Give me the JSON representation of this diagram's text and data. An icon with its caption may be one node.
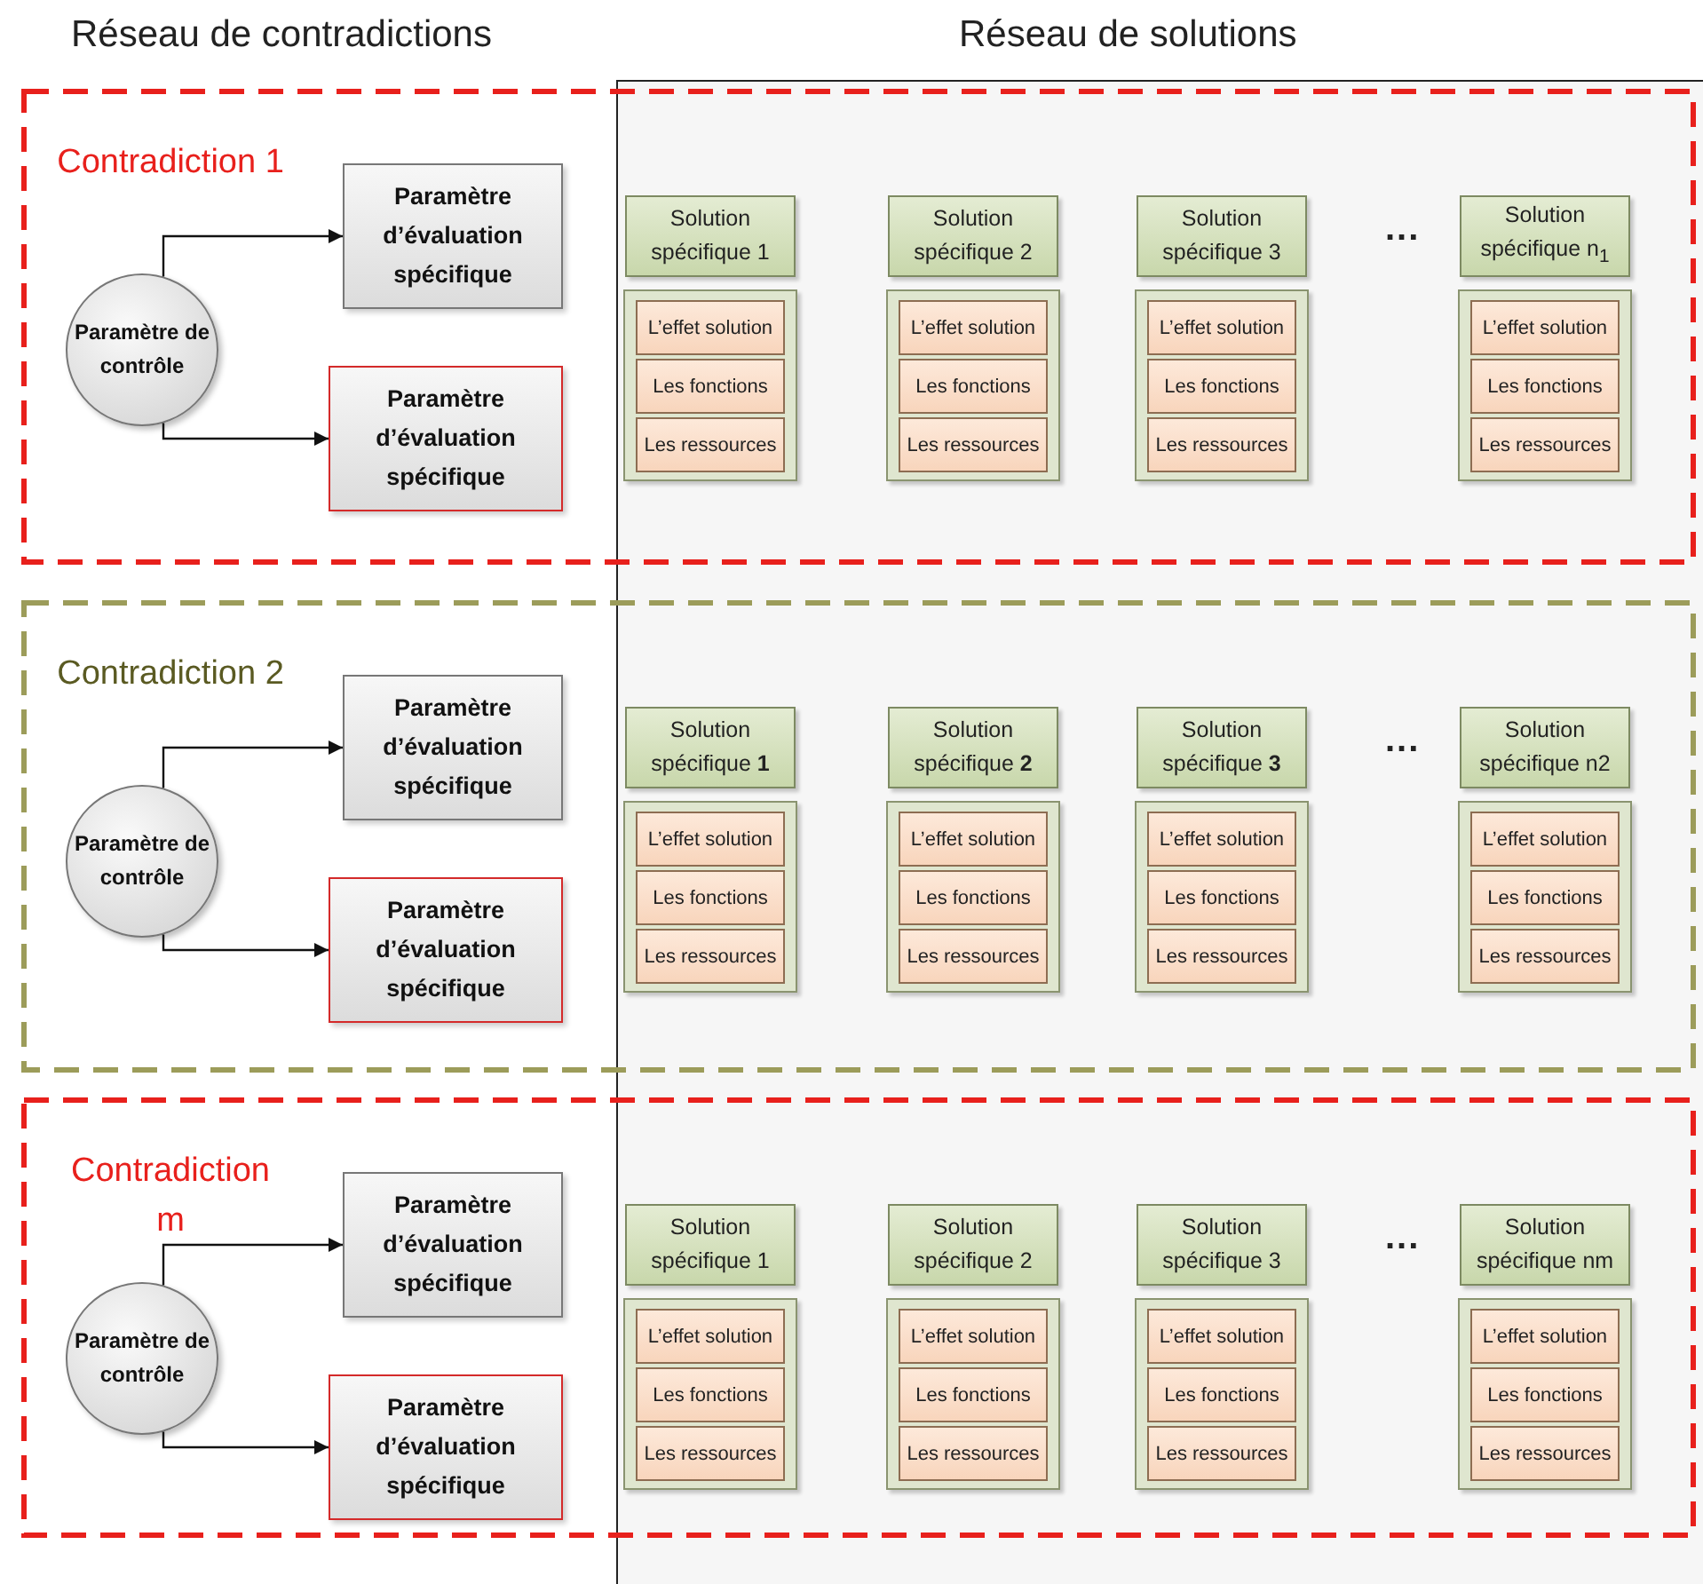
{
  "diagram": {
    "nodes": [
      {
        "text": [
          "Contradiction 1"
        ]
      },
      {
        "text": [
          "Paramètre de contrôle"
        ],
        "in": 0
      },
      {
        "text": [
          "Paramètre d’évaluation spécifique"
        ],
        "in": 0
      },
      {
        "text": [
          "Paramètre d’évaluation spécifique"
        ],
        "in": 0
      },
      {
        "text": [
          "Solution spécifique 1"
        ],
        "in": 0
      },
      {
        "text": [],
        "shape": "box",
        "in": 0
      },
      {
        "text": [
          "L’effet solution"
        ],
        "in": 5
      },
      {
        "text": [
          "Les fonctions"
        ],
        "in": 5
      },
      {
        "text": [
          "Les ressources"
        ],
        "in": 5
      },
      {
        "text": [
          "Solution spécifique 2"
        ],
        "in": 0
      },
      {
        "text": [],
        "shape": "box",
        "in": 0
      },
      {
        "text": [
          "L’effet solution"
        ],
        "in": 10
      },
      {
        "text": [
          "Les fonctions"
        ],
        "in": 10
      },
      {
        "text": [
          "Les ressources"
        ],
        "in": 10
      },
      {
        "text": [
          "Solution spécifique 3"
        ],
        "in": 0
      },
      {
        "text": [],
        "shape": "box",
        "in": 0
      },
      {
        "text": [
          "L’effet solution"
        ],
        "in": 15
      },
      {
        "text": [
          "Les fonctions"
        ],
        "in": 15
      },
      {
        "text": [
          "Les ressources"
        ],
        "in": 15
      },
      {
        "text": [
          "Solution spécifique n$_{1}$"
        ],
        "in": 0
      },
      {
        "text": [],
        "shape": "box",
        "in": 0
      },
      {
        "text": [
          "L’effet solution"
        ],
        "in": 20
      },
      {
        "text": [
          "Les fonctions"
        ],
        "in": 20
      },
      {
        "text": [
          "Les ressources"
        ],
        "in": 20
      },
      {
        "text": [
          "Contradiction 2"
        ]
      },
      {
        "text": [
          "Paramètre de contrôle"
        ],
        "in": 24
      },
      {
        "text": [
          "Paramètre d’évaluation spécifique"
        ],
        "in": 24
      },
      {
        "text": [
          "Paramètre d’évaluation spécifique"
        ],
        "in": 24
      },
      {
        "text": [
          "Solution spécifique **1**"
        ],
        "in": 24
      },
      {
        "text": [],
        "shape": "box",
        "in": 24
      },
      {
        "text": [
          "L’effet solution"
        ],
        "in": 29
      },
      {
        "text": [
          "Les fonctions"
        ],
        "in": 29
      },
      {
        "text": [
          "Les ressources"
        ],
        "in": 29
      },
      {
        "text": [
          "Solution spécifique **2**"
        ],
        "in": 24
      },
      {
        "text": [],
        "shape": "box",
        "in": 24
      },
      {
        "text": [
          "L’effet solution"
        ],
        "in": 34
      },
      {
        "text": [
          "Les fonctions"
        ],
        "in": 34
      },
      {
        "text": [
          "Les ressources"
        ],
        "in": 34
      },
      {
        "text": [
          "Solution spécifique **3**"
        ],
        "in": 24
      },
      {
        "text": [],
        "shape": "box",
        "in": 24
      },
      {
        "text": [
          "L’effet solution"
        ],
        "in": 39
      },
      {
        "text": [
          "Les fonctions"
        ],
        "in": 39
      },
      {
        "text": [
          "Les ressources"
        ],
        "in": 39
      },
      {
        "text": [
          "Solution spécifique n2"
        ],
        "in": 24
      },
      {
        "text": [],
        "shape": "box",
        "in": 24
      },
      {
        "text": [
          "L’effet solution"
        ],
        "in": 44
      },
      {
        "text": [
          "Les fonctions"
        ],
        "in": 44
      },
      {
        "text": [
          "Les ressources"
        ],
        "in": 44
      },
      {
        "text": [
          "Contradiction m"
        ]
      },
      {
        "text": [
          "Paramètre de contrôle"
        ],
        "in": 48
      },
      {
        "text": [
          "Paramètre d’évaluation spécifique"
        ],
        "in": 48
      },
      {
        "text": [
          "Paramètre d’évaluation spécifique"
        ],
        "in": 48
      },
      {
        "text": [
          "Solution spécifique 1"
        ],
        "in": 48
      },
      {
        "text": [],
        "shape": "box",
        "in": 48
      },
      {
        "text": [
          "L’effet solution"
        ],
        "in": 53
      },
      {
        "text": [
          "Les fonctions"
        ],
        "in": 53
      },
      {
        "text": [
          "Les ressources"
        ],
        "in": 53
      },
      {
        "text": [
          "Solution spécifique 2"
        ],
        "in": 48
      },
      {
        "text": [],
        "shape": "box",
        "in": 48
      },
      {
        "text": [
          "L’effet solution"
        ],
        "in": 58
      },
      {
        "text": [
          "Les fonctions"
        ],
        "in": 58
      },
      {
        "text": [
          "Les ressources"
        ],
        "in": 58
      },
      {
        "text": [
          "Solution spécifique 3"
        ],
        "in": 48
      },
      {
        "text": [],
        "shape": "box",
        "in": 48
      },
      {
        "text": [
          "L’effet solution"
        ],
        "in": 63
      },
      {
        "text": [
          "Les fonctions"
        ],
        "in": 63
      },
      {
        "text": [
          "Les ressources"
        ],
        "in": 63
      },
      {
        "text": [
          "Solution spécifique nm"
        ],
        "in": 48
      },
      {
        "text": [],
        "shape": "box",
        "in": 48
      },
      {
        "text": [
          "L’effet solution"
        ],
        "in": 68
      },
      {
        "text": [
          "Les fonctions"
        ],
        "in": 68
      },
      {
        "text": [
          "Les ressources"
        ],
        "in": 68
      }
    ],
    "edges": [
      {
        "from": 1,
        "to": 2,
        "arrow": "to"
      },
      {
        "from": 1,
        "to": 3,
        "arrow": "to"
      },
      {
        "from": 25,
        "to": 26,
        "arrow": "to"
      },
      {
        "from": 25,
        "to": 27,
        "arrow": "to"
      },
      {
        "from": 49,
        "to": 50,
        "arrow": "to"
      },
      {
        "from": 49,
        "to": 51,
        "arrow": "to"
      }
    ],
    "labels": [
      "Réseau de contradictions",
      "Réseau de solutions",
      "...",
      "...",
      "..."
    ]
  }
}
